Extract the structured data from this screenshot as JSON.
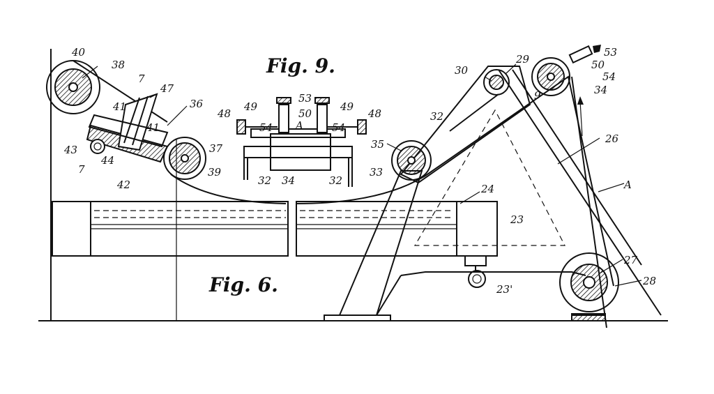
{
  "figures": {
    "fig9": "Fig. 9.",
    "fig6": "Fig. 6."
  },
  "refs": {
    "r40": "40",
    "r38": "38",
    "r7a": "7",
    "r47": "47",
    "r36": "36",
    "r41a": "41",
    "r41b": "41",
    "r43": "43",
    "r44": "44",
    "r7b": "7",
    "r42": "42",
    "r37": "37",
    "r39": "39",
    "r48a": "48",
    "r49a": "49",
    "r53a": "53",
    "r50a": "50",
    "r49b": "49",
    "r48b": "48",
    "r54a": "54",
    "rAa": "A",
    "r54b": "54",
    "r32a": "32",
    "r34a": "34",
    "r32b": "32",
    "r30": "30",
    "r29": "29",
    "r9": "9",
    "r32c": "32",
    "r35": "35",
    "r33": "33",
    "r53b": "53",
    "r50b": "50",
    "r54c": "54",
    "r34b": "34",
    "r26": "26",
    "rAb": "A",
    "r24": "24",
    "r23": "23",
    "r23p": "23'",
    "r27": "27",
    "r28": "28"
  }
}
